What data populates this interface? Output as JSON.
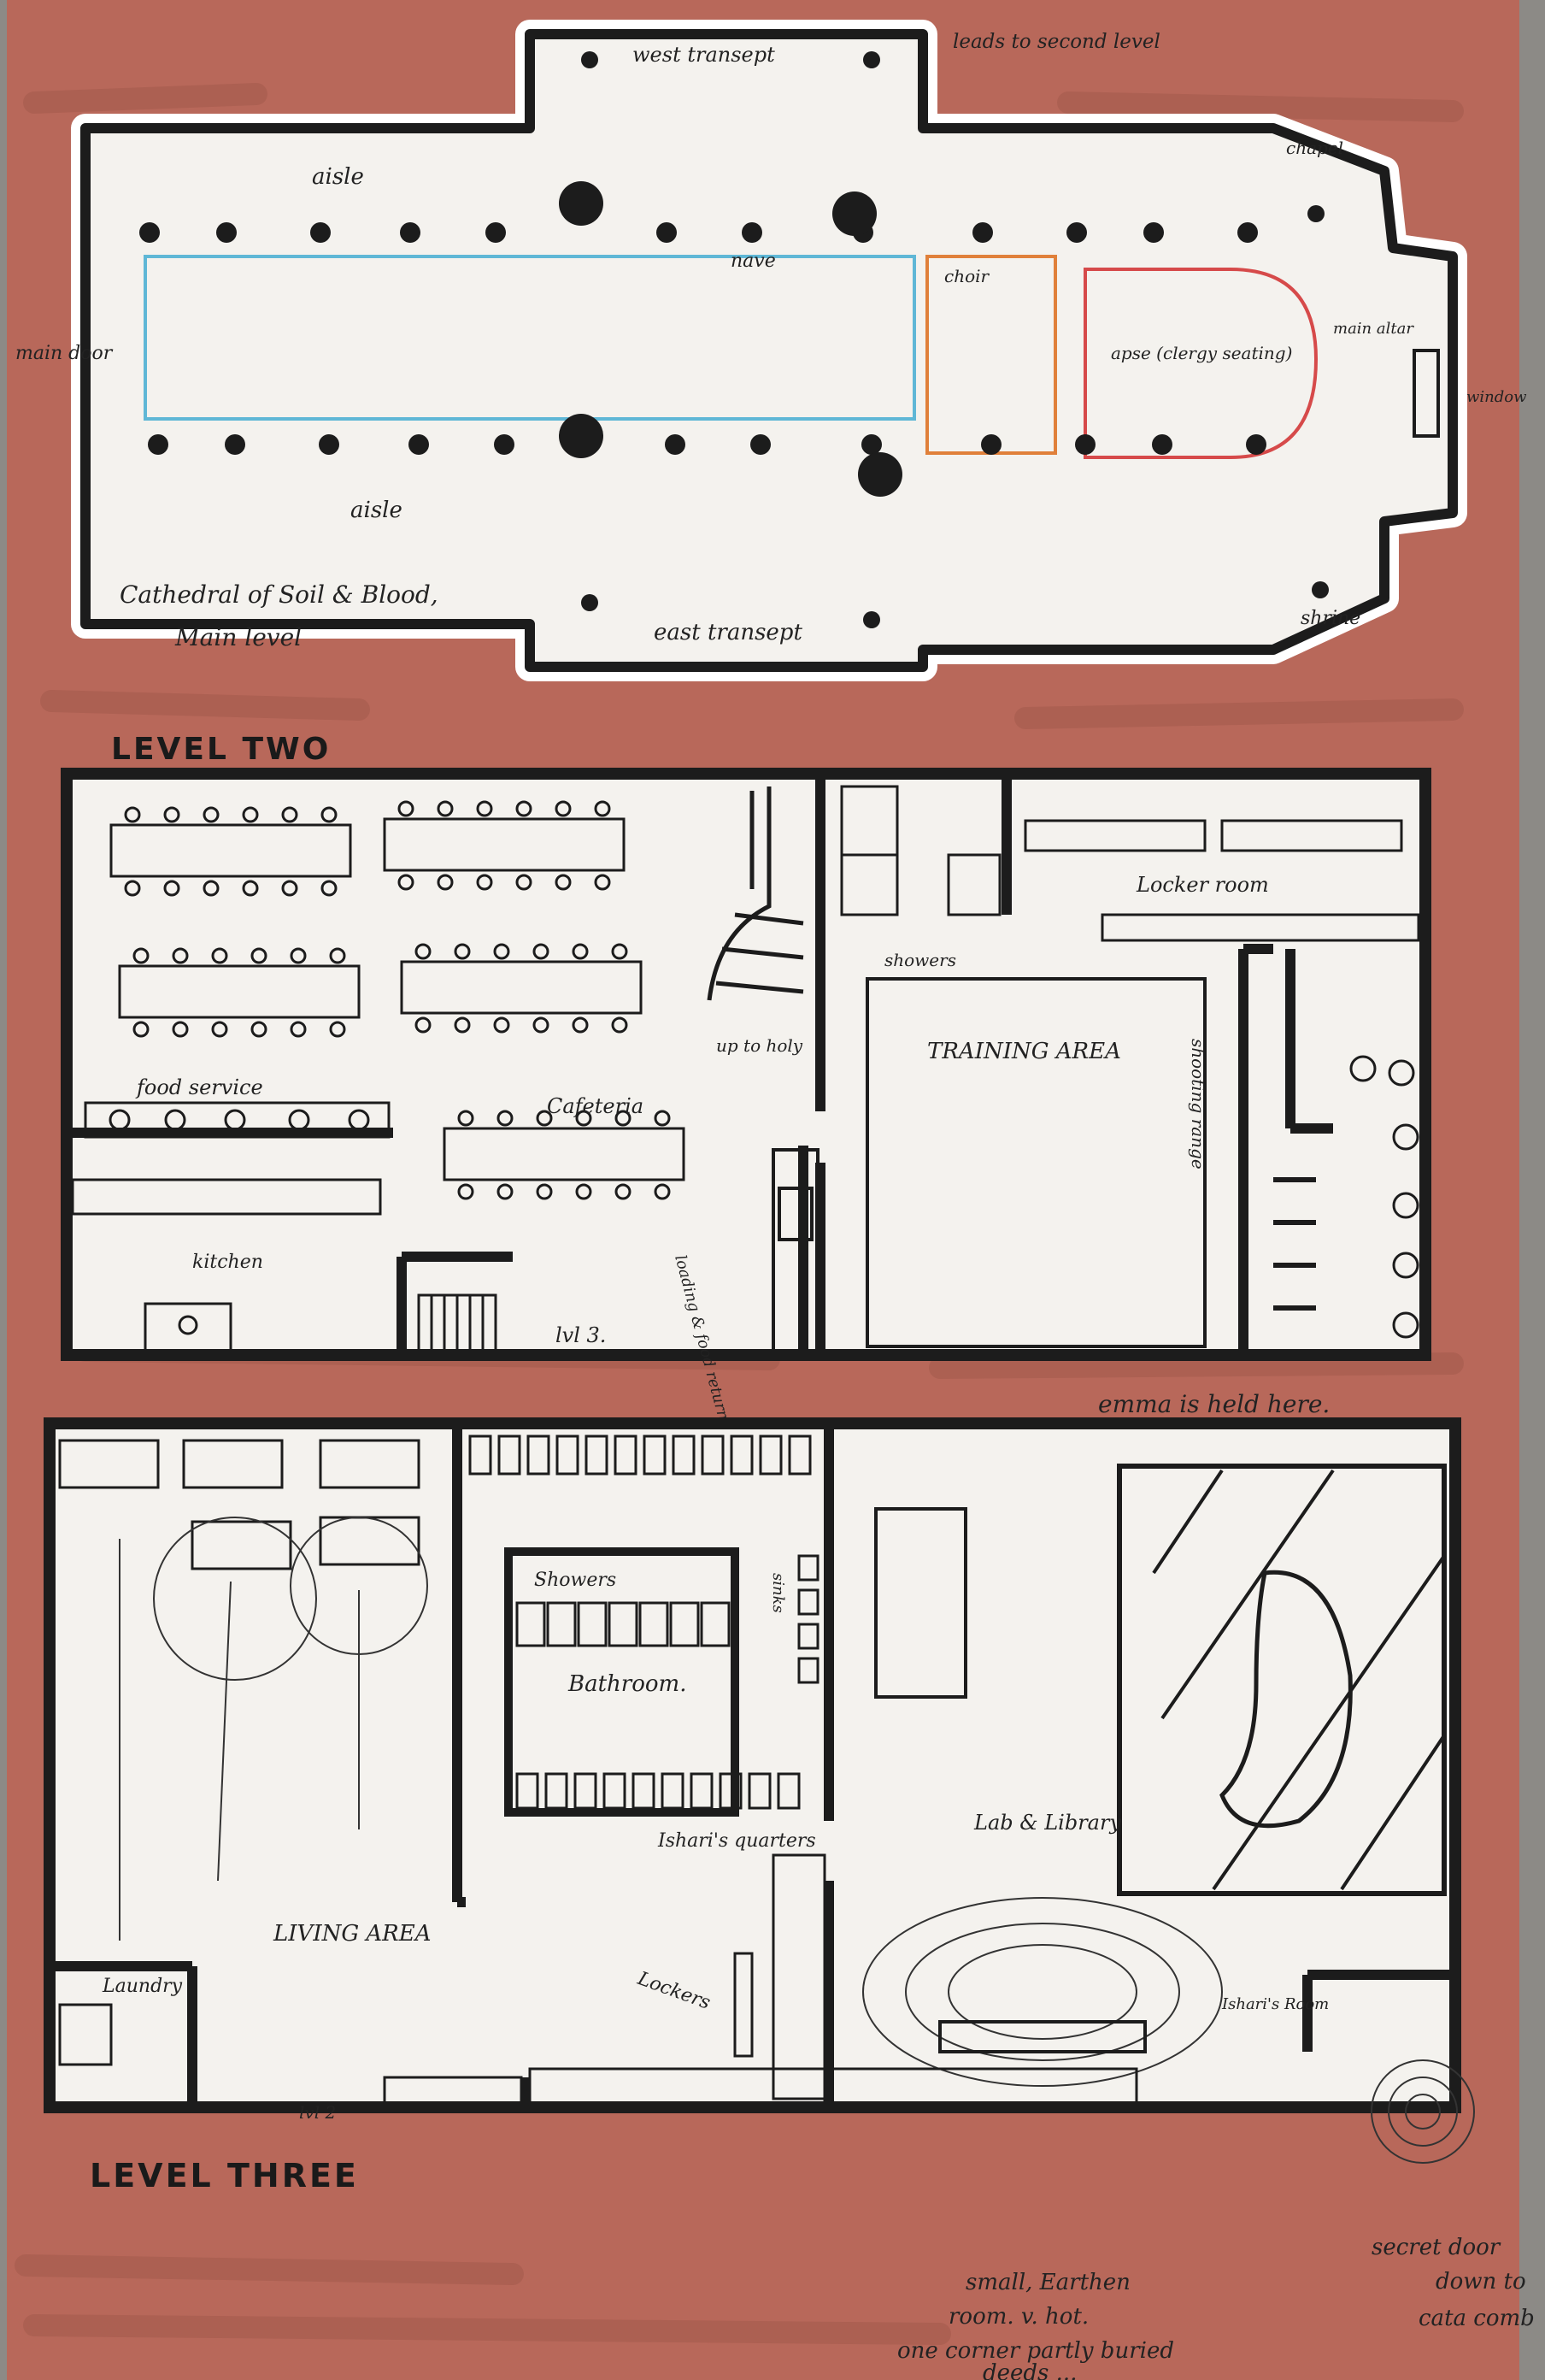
{
  "colors": {
    "paper_bg": "#b8685a",
    "paper_bg_dark": "#a45a4d",
    "plan_fill": "#f4f2ee",
    "ink": "#1c1c1c",
    "nave_outline": "#5fb7d6",
    "choir_outline": "#e0803a",
    "apse_outline": "#d64a4a"
  },
  "main_level": {
    "caption_line1": "Cathedral of Soil & Blood,",
    "caption_line2": "Main level",
    "labels": {
      "west_transept": "west transept",
      "leads_to_second_level": "leads to second level",
      "aisle_top": "aisle",
      "aisle_bottom": "aisle",
      "nave": "nave",
      "choir": "choir",
      "apse": "apse (clergy seating)",
      "main_door": "main door",
      "main_altar": "main altar",
      "window": "window",
      "chapel": "chapel",
      "shrine": "shrine",
      "east_transept": "east transept"
    }
  },
  "level_two": {
    "title": "LEVEL TWO",
    "labels": {
      "locker_room": "Locker room",
      "showers": "showers",
      "up_to_holy": "up to holy",
      "training_area": "TRAINING AREA",
      "shooting_range": "shooting range",
      "food_service": "food service",
      "cafeteria": "Cafeteria",
      "kitchen": "kitchen",
      "lvl3": "lvl 3.",
      "loading_food_return": "loading & food return"
    }
  },
  "note_emma": "emma is held here.",
  "level_three": {
    "title": "LEVEL THREE",
    "labels": {
      "showers": "Showers",
      "sinks": "sinks",
      "bathroom": "Bathroom.",
      "living_area": "LIVING AREA",
      "laundry": "Laundry",
      "lockers": "Lockers",
      "isharis_quarters": "Ishari's quarters",
      "lab_library": "Lab & Library",
      "isharis_room": "Ishari's Room",
      "lvl2": "lvl 2"
    }
  },
  "notes": {
    "secret_door_1": "secret door",
    "secret_door_2": "down to",
    "secret_door_3": "cata comb",
    "small_room_1": "small, Earthen",
    "small_room_2": "room. v. hot.",
    "small_room_3": "one corner partly buried",
    "small_room_4": "deeds ... "
  }
}
